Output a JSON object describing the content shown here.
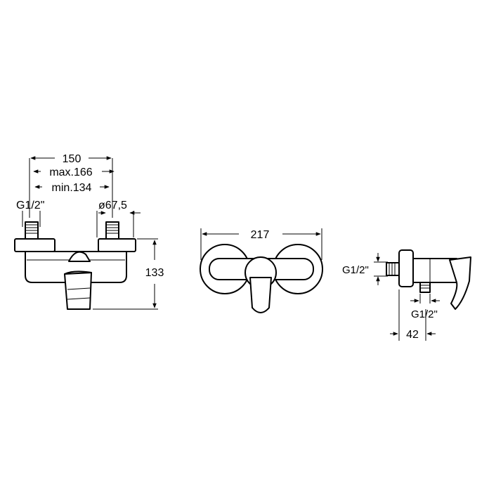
{
  "views": {
    "top": {
      "dim_width": "150",
      "dim_max": "max.166",
      "dim_min": "min.134",
      "thread_left": "G1/2\"",
      "diameter": "ø67,5",
      "dim_height": "133"
    },
    "front": {
      "dim_width": "217"
    },
    "side": {
      "thread_top": "G1/2\"",
      "thread_bottom": "G1/2\"",
      "dim_depth": "42"
    }
  },
  "colors": {
    "line": "#000000",
    "background": "#ffffff"
  }
}
